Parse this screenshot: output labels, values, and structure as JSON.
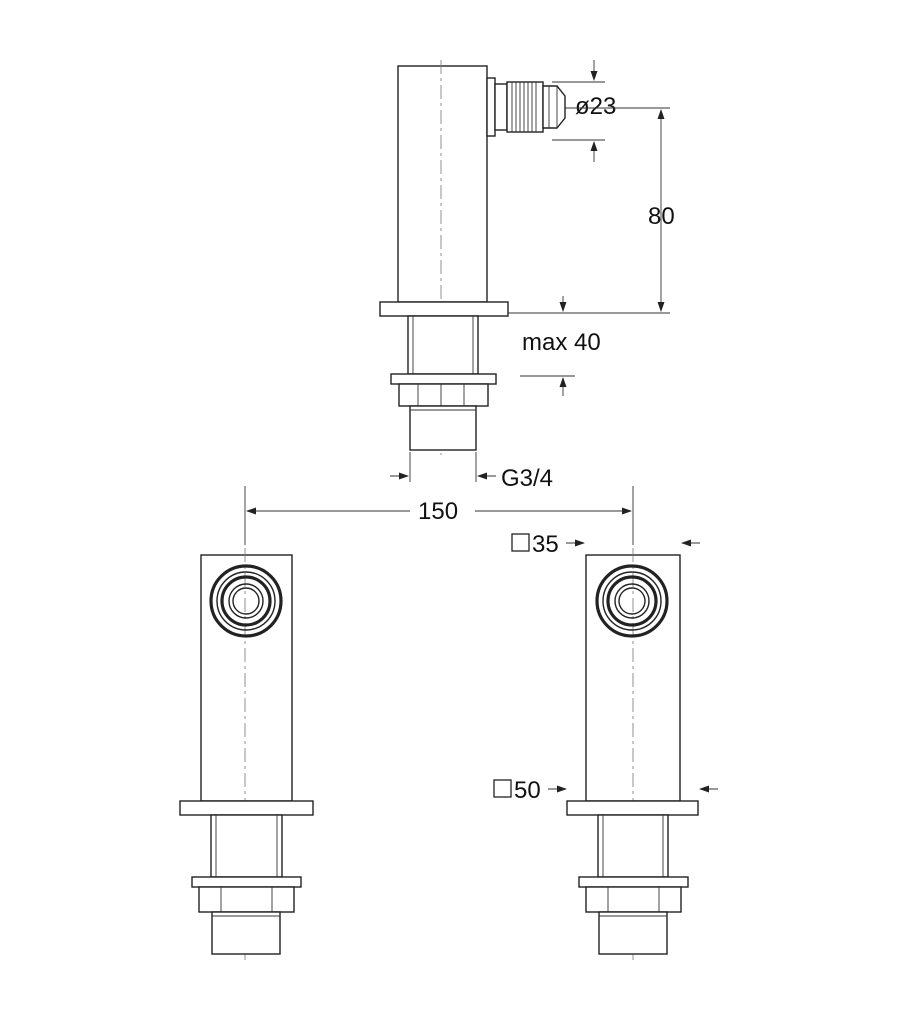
{
  "dimensions": {
    "diameter": "ø23",
    "height": "80",
    "max_depth": "max 40",
    "thread": "G3/4",
    "spacing": "150",
    "square_small": "35",
    "square_large": "50"
  },
  "icons": {
    "square": "square-symbol-icon"
  }
}
